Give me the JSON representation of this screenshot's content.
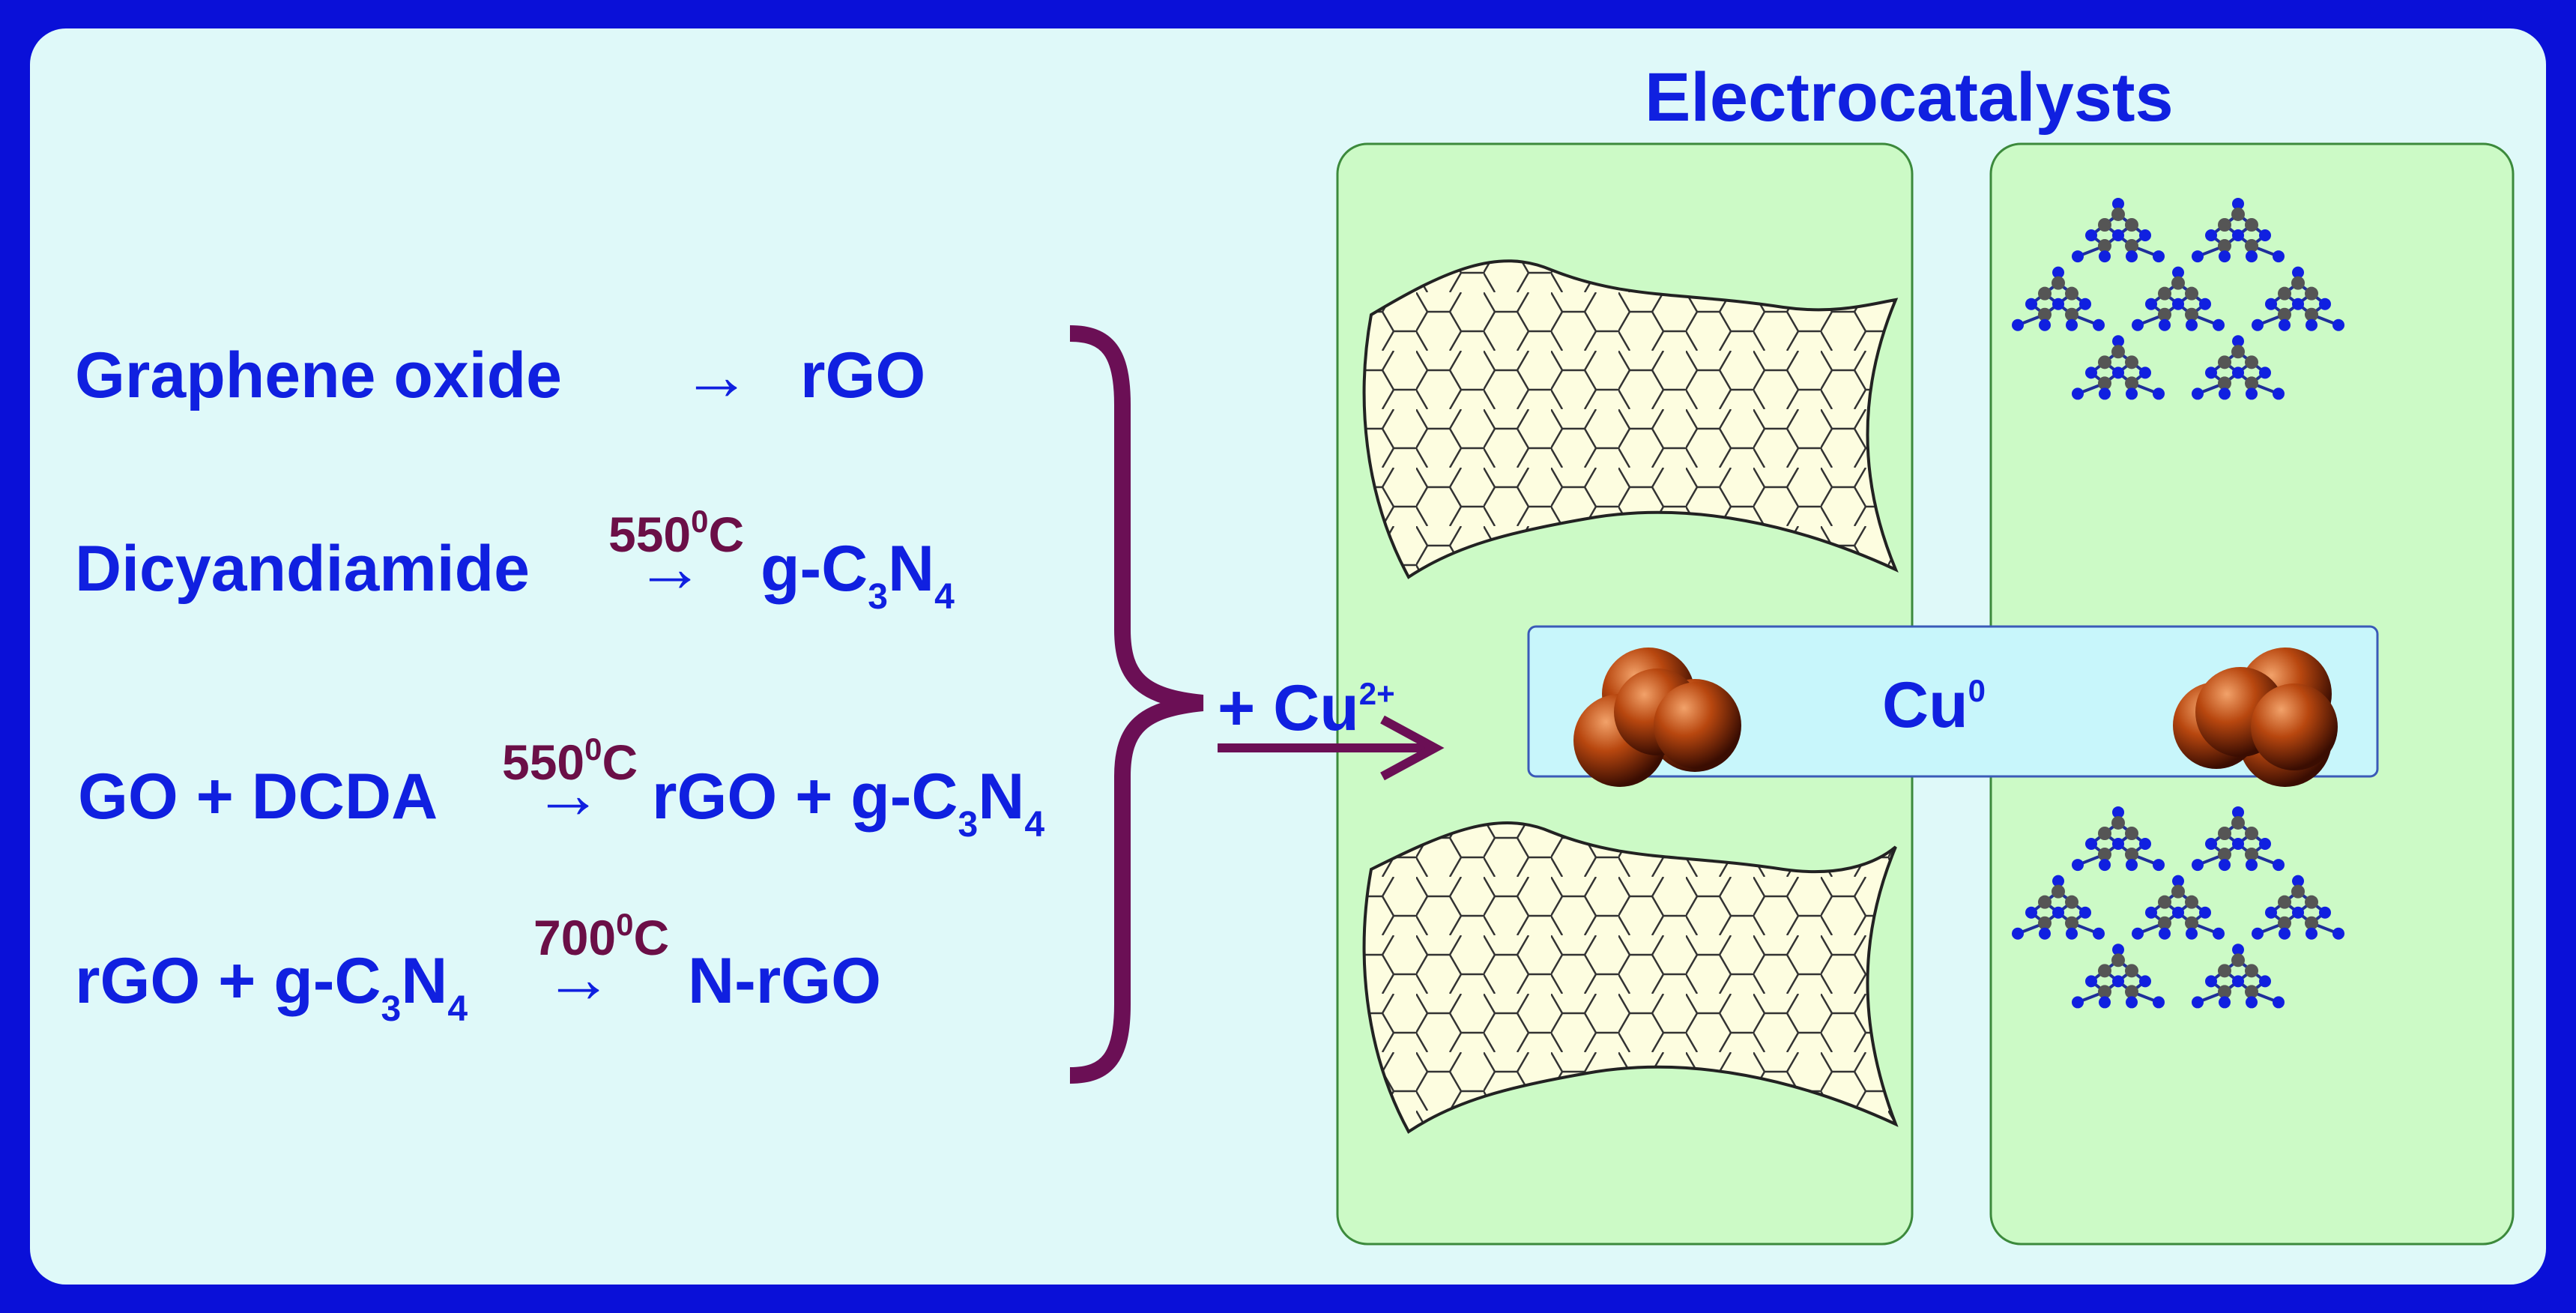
{
  "title": "Electrocatalysts",
  "equations": {
    "eq1": {
      "reactant": "Graphene oxide",
      "arrow": "→",
      "product": "rGO"
    },
    "eq2": {
      "reactant": "Dicyandiamide",
      "cond_temp": "550",
      "cond_deg": "0",
      "cond_unit": "C",
      "arrow": "→",
      "product_a": "g-C",
      "product_sub1": "3",
      "product_b": "N",
      "product_sub2": "4"
    },
    "eq3": {
      "reactant": "GO + DCDA",
      "cond_temp": "550",
      "cond_deg": "0",
      "cond_unit": "C",
      "arrow": "→",
      "product_a": "rGO + g-C",
      "product_sub1": "3",
      "product_b": "N",
      "product_sub2": "4"
    },
    "eq4": {
      "reactant_a": "rGO + g-C",
      "reactant_sub1": "3",
      "reactant_b": "N",
      "reactant_sub2": "4",
      "cond_temp": "700",
      "cond_deg": "0",
      "cond_unit": "C",
      "arrow": "→",
      "product": "N-rGO"
    }
  },
  "reagent": {
    "label": "+ Cu",
    "charge": "2+"
  },
  "copper_label": {
    "symbol": "Cu",
    "oxidation": "0"
  },
  "colors": {
    "background": "#0a10d8",
    "panel": "#dff9f9",
    "text": "#1020e0",
    "condition": "#6b0f47",
    "green_box": "#ccfac6",
    "cu_box": "#c8f6fb",
    "sheet": "#fdfde0",
    "carbon_atom": "#555555",
    "nitrogen_atom": "#1020e0",
    "copper": "#b03c0c"
  },
  "icons": [
    "graphene-sheet-icon",
    "g-c3n4-network-icon",
    "copper-cluster-icon"
  ]
}
